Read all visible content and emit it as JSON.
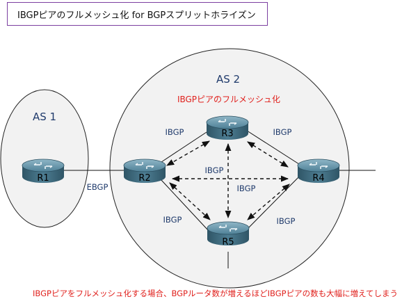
{
  "title": "IBGPピアのフルメッシュ化 for BGPスプリットホライズン",
  "as1": {
    "label": "AS 1"
  },
  "as2": {
    "label": "AS 2",
    "subtitle": "IBGPピアのフルメッシュ化"
  },
  "routers": {
    "r1": "R1",
    "r2": "R2",
    "r3": "R3",
    "r4": "R4",
    "r5": "R5"
  },
  "links": {
    "ebgp": "EBGP",
    "r2_r3": "IBGP",
    "r3_r4": "IBGP",
    "r2_r5": "IBGP",
    "r4_r5": "IBGP",
    "r2_r4": "IBGP",
    "r3_r5": "IBGP"
  },
  "caption": "IBGPピアをフルメッシュ化する場合、BGPルータ数が増えるほどIBGPピアの数も大幅に増えてしまう",
  "colors": {
    "title_border": "#7b3fa0",
    "accent_red": "#e0201c",
    "label_blue": "#1f3a6b",
    "router_body": "#3f6f86"
  }
}
